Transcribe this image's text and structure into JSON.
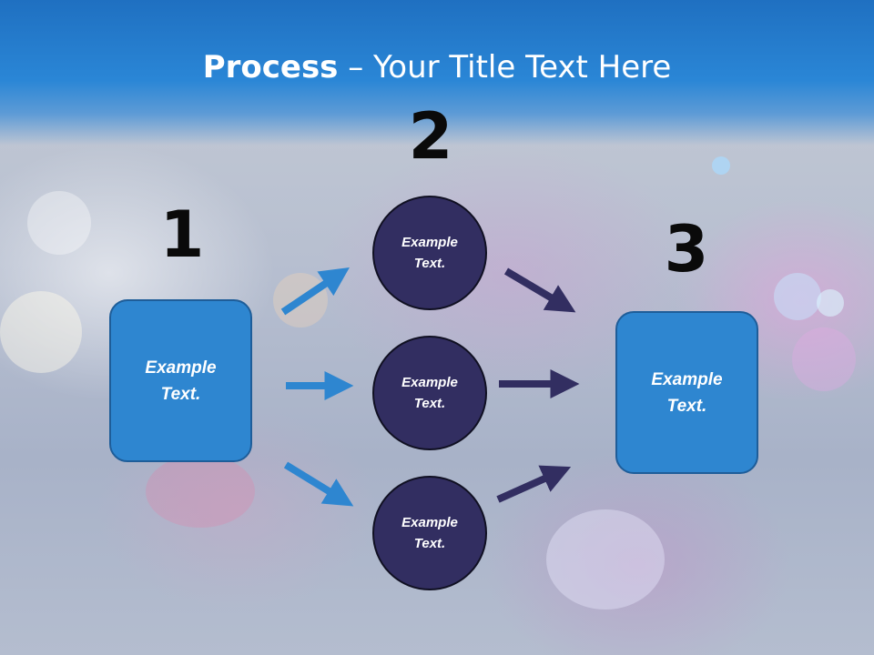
{
  "title": {
    "bold": "Process",
    "rest": " – Your Title Text Here"
  },
  "steps": {
    "one": "1",
    "two": "2",
    "three": "3"
  },
  "left_box": {
    "text": "Example Text."
  },
  "right_box": {
    "text": "Example Text."
  },
  "circles": [
    {
      "text": "Example Text."
    },
    {
      "text": "Example Text."
    },
    {
      "text": "Example Text."
    }
  ],
  "colors": {
    "box_fill": "#2e86d0",
    "circle_fill": "#322e61",
    "left_arrows": "#2e86d0",
    "right_arrows": "#322e61",
    "header": "#2a86d6"
  }
}
